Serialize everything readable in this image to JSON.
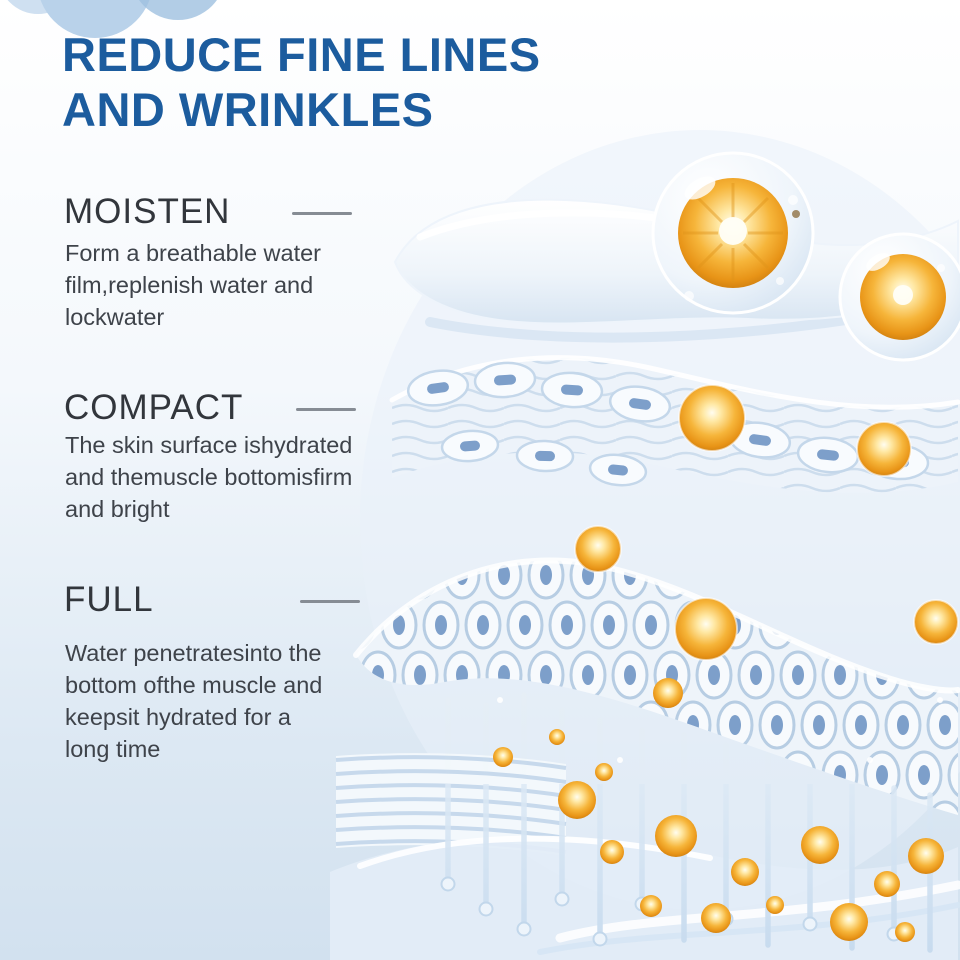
{
  "title": {
    "line1": "REDUCE FINE LINES",
    "line2": "AND WRINKLES"
  },
  "sections": [
    {
      "heading": "MOISTEN",
      "body": "Form a breathable water\nfilm,replenish water and\nlockwater"
    },
    {
      "heading": "COMPACT",
      "body": "The skin surface ishydrated\nand themuscle bottomisfirm\nand bright"
    },
    {
      "heading": "FULL",
      "body": "Water penetratesinto the\nbottom ofthe muscle and\nkeepsit hydrated for a\nlong time"
    }
  ],
  "colors": {
    "title": "#1c5c9e",
    "heading": "#32363c",
    "body_text": "#3e434a",
    "gold_accent": "#f2a93b",
    "layer_blue": "#c7d9ec",
    "background_bottom": "#d2e1ef"
  }
}
